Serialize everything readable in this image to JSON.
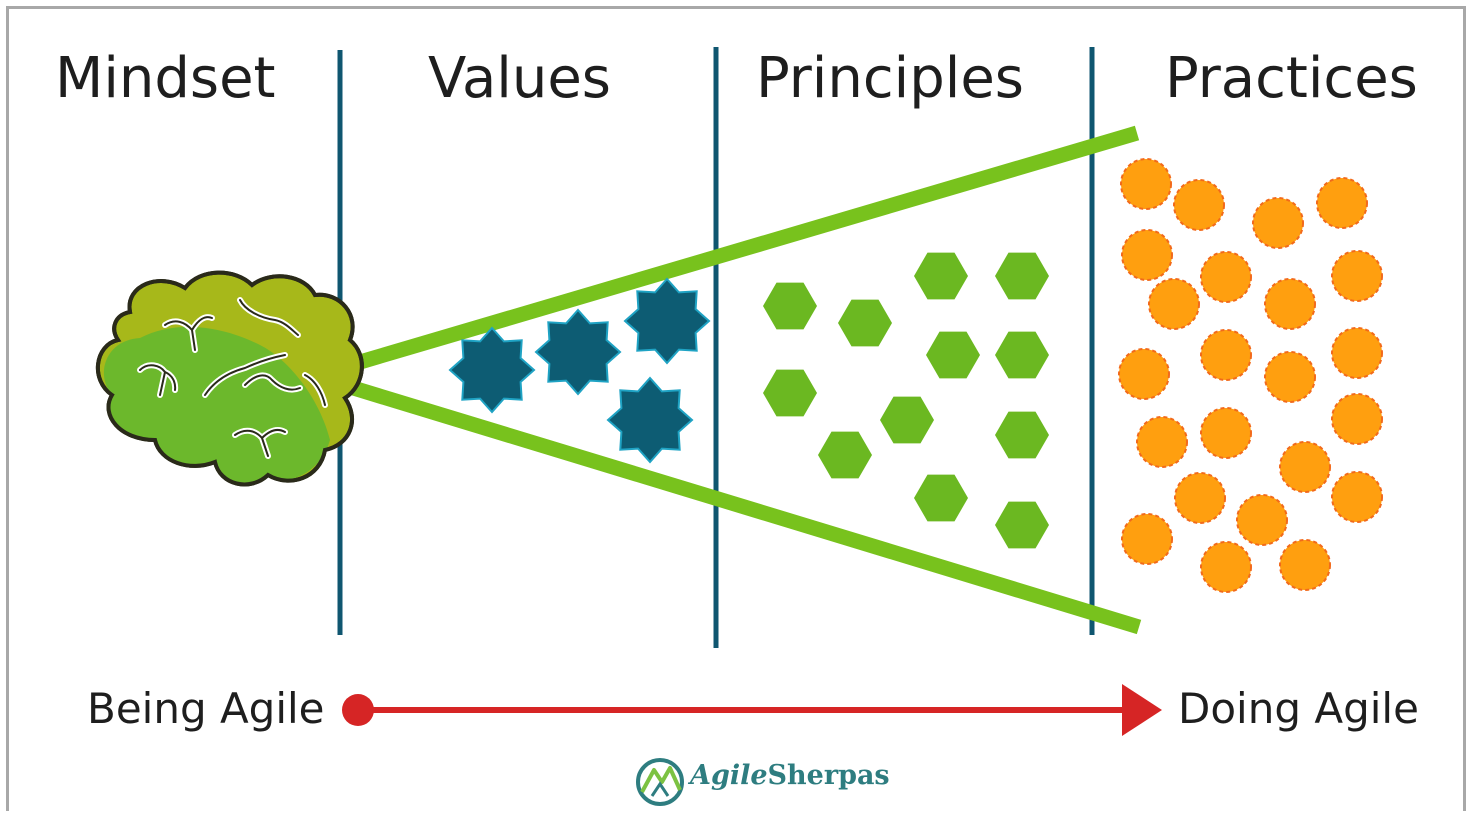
{
  "columns": [
    {
      "title": "Mindset"
    },
    {
      "title": "Values"
    },
    {
      "title": "Principles"
    },
    {
      "title": "Practices"
    }
  ],
  "arrow": {
    "start_label": "Being Agile",
    "end_label": "Doing Agile"
  },
  "logo": {
    "brand_bold": "Agile",
    "brand_rest": "Sherpas"
  },
  "colors": {
    "divider": "#0f5670",
    "funnel": "#78c21d",
    "value_star": "#0d5c73",
    "principle_hex": "#6bb821",
    "practice_circle": "#ff9f0f",
    "arrow": "#d62525",
    "brain_light": "#a7b81a",
    "brain_dark": "#6cb82c"
  }
}
